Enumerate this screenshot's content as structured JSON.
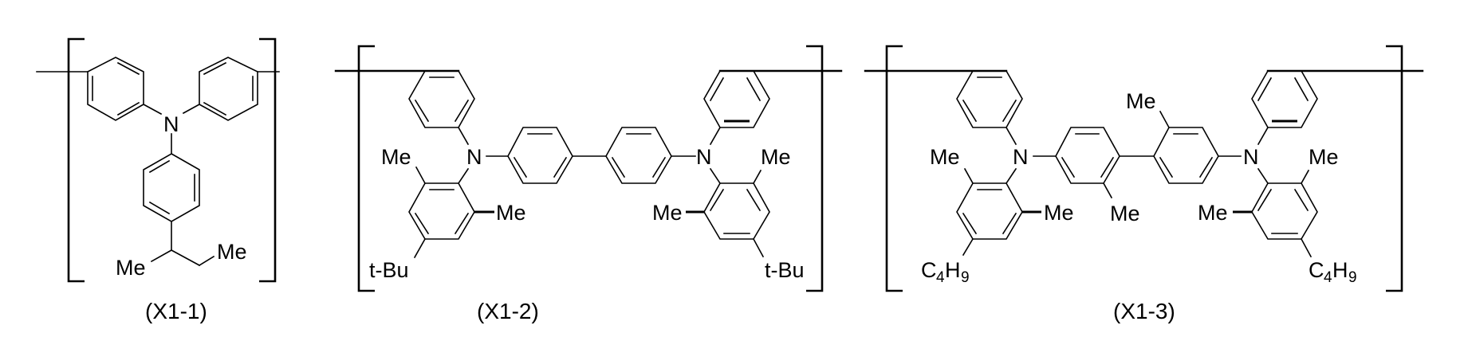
{
  "figure": {
    "title": "Polymer repeating units X1-1, X1-2, X1-3",
    "colors": {
      "ink": "#000000",
      "background": "#ffffff"
    },
    "structures": [
      {
        "id": "X1-1",
        "label": "(X1-1)",
        "atoms": {
          "n": "N",
          "me_left": "Me",
          "me_right": "Me"
        }
      },
      {
        "id": "X1-2",
        "label": "(X1-2)",
        "atoms": {
          "n_left": "N",
          "n_right": "N",
          "me_ul": "Me",
          "me_lr_left": "Me",
          "tbu_left": "t-Bu",
          "me_ur": "Me",
          "me_ll_right": "Me",
          "tbu_right": "t-Bu"
        }
      },
      {
        "id": "X1-3",
        "label": "(X1-3)",
        "atoms": {
          "n_left": "N",
          "n_right": "N",
          "me_ul": "Me",
          "me_lr_left": "Me",
          "me_center_low": "Me",
          "me_center_high": "Me",
          "me_ur": "Me",
          "me_ll_right": "Me",
          "c4h9_left_c": "C",
          "c4h9_left_4": "4",
          "c4h9_left_h": "H",
          "c4h9_left_9": "9",
          "c4h9_right_c": "C",
          "c4h9_right_4": "4",
          "c4h9_right_h": "H",
          "c4h9_right_9": "9"
        }
      }
    ]
  }
}
